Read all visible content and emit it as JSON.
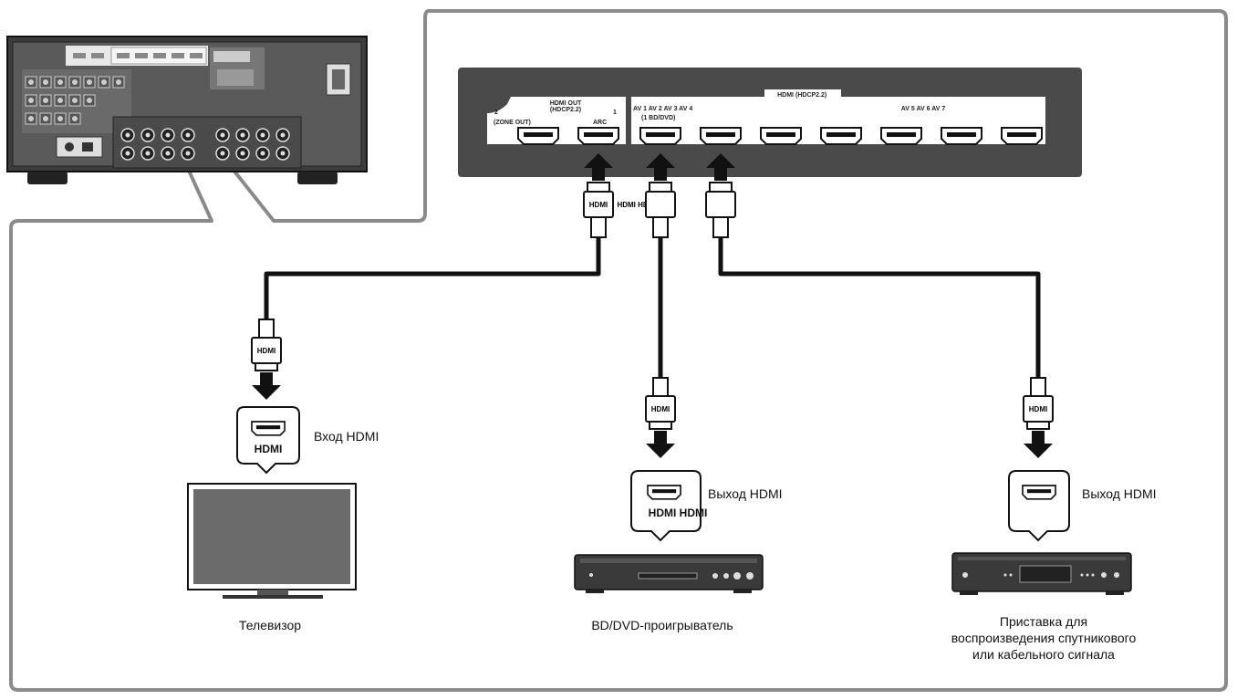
{
  "panel": {
    "hdmi_out_title": "HDMI OUT",
    "hdmi_out_sub": "(HDCP2.2)",
    "out2_num": "2",
    "out1_num": "1",
    "zone_out": "(ZONE OUT)",
    "arc": "ARC",
    "hdmi_in_title": "HDMI",
    "hdmi_in_sub": "(HDCP2.2)",
    "av_left": "AV 1 AV 2 AV 3 AV 4",
    "av1_sub": "(1 BD/DVD)",
    "av_right": "AV 5 AV 6 AV 7"
  },
  "cables": {
    "plug_label": "HDMI",
    "pair_label": "HDMI HDMI"
  },
  "devices": {
    "tv": {
      "port_label": "HDMI",
      "callout": "Вход HDMI",
      "caption": "Телевизор"
    },
    "bd": {
      "port_label": "HDMI HDMI",
      "callout": "Выход HDMI",
      "caption": "BD/DVD-проигрыватель"
    },
    "stb": {
      "callout": "Выход HDMI",
      "caption_lines": [
        "Приставка для",
        "воспроизведения спутникового",
        "или кабельного сигнала"
      ]
    }
  },
  "colors": {
    "panel": "#4a4a4a",
    "frame": "#8a8a8a",
    "cable": "#111111",
    "tv_screen": "#6b6b6b"
  }
}
